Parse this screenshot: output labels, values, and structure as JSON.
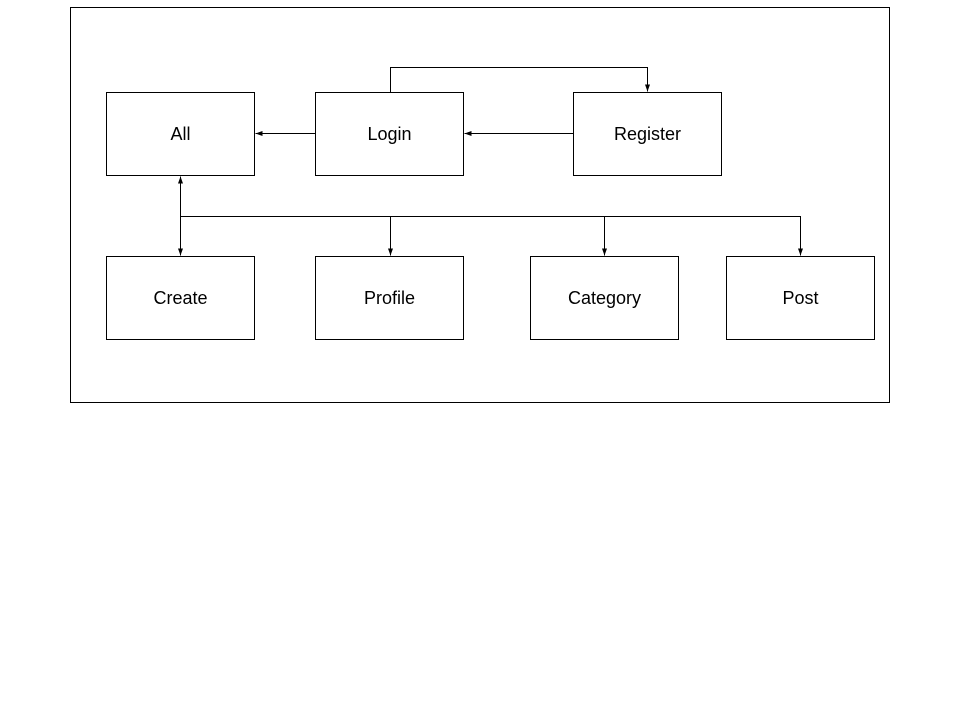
{
  "diagram": {
    "nodes": [
      {
        "id": "all",
        "label": "All"
      },
      {
        "id": "login",
        "label": "Login"
      },
      {
        "id": "register",
        "label": "Register"
      },
      {
        "id": "create",
        "label": "Create"
      },
      {
        "id": "profile",
        "label": "Profile"
      },
      {
        "id": "category",
        "label": "Category"
      },
      {
        "id": "post",
        "label": "Post"
      }
    ],
    "edges": [
      {
        "from": "login",
        "to": "all"
      },
      {
        "from": "register",
        "to": "login"
      },
      {
        "from": "login",
        "to": "register"
      },
      {
        "from": "all",
        "to": "create"
      },
      {
        "from": "all",
        "to": "profile"
      },
      {
        "from": "all",
        "to": "category"
      },
      {
        "from": "all",
        "to": "post"
      }
    ]
  }
}
